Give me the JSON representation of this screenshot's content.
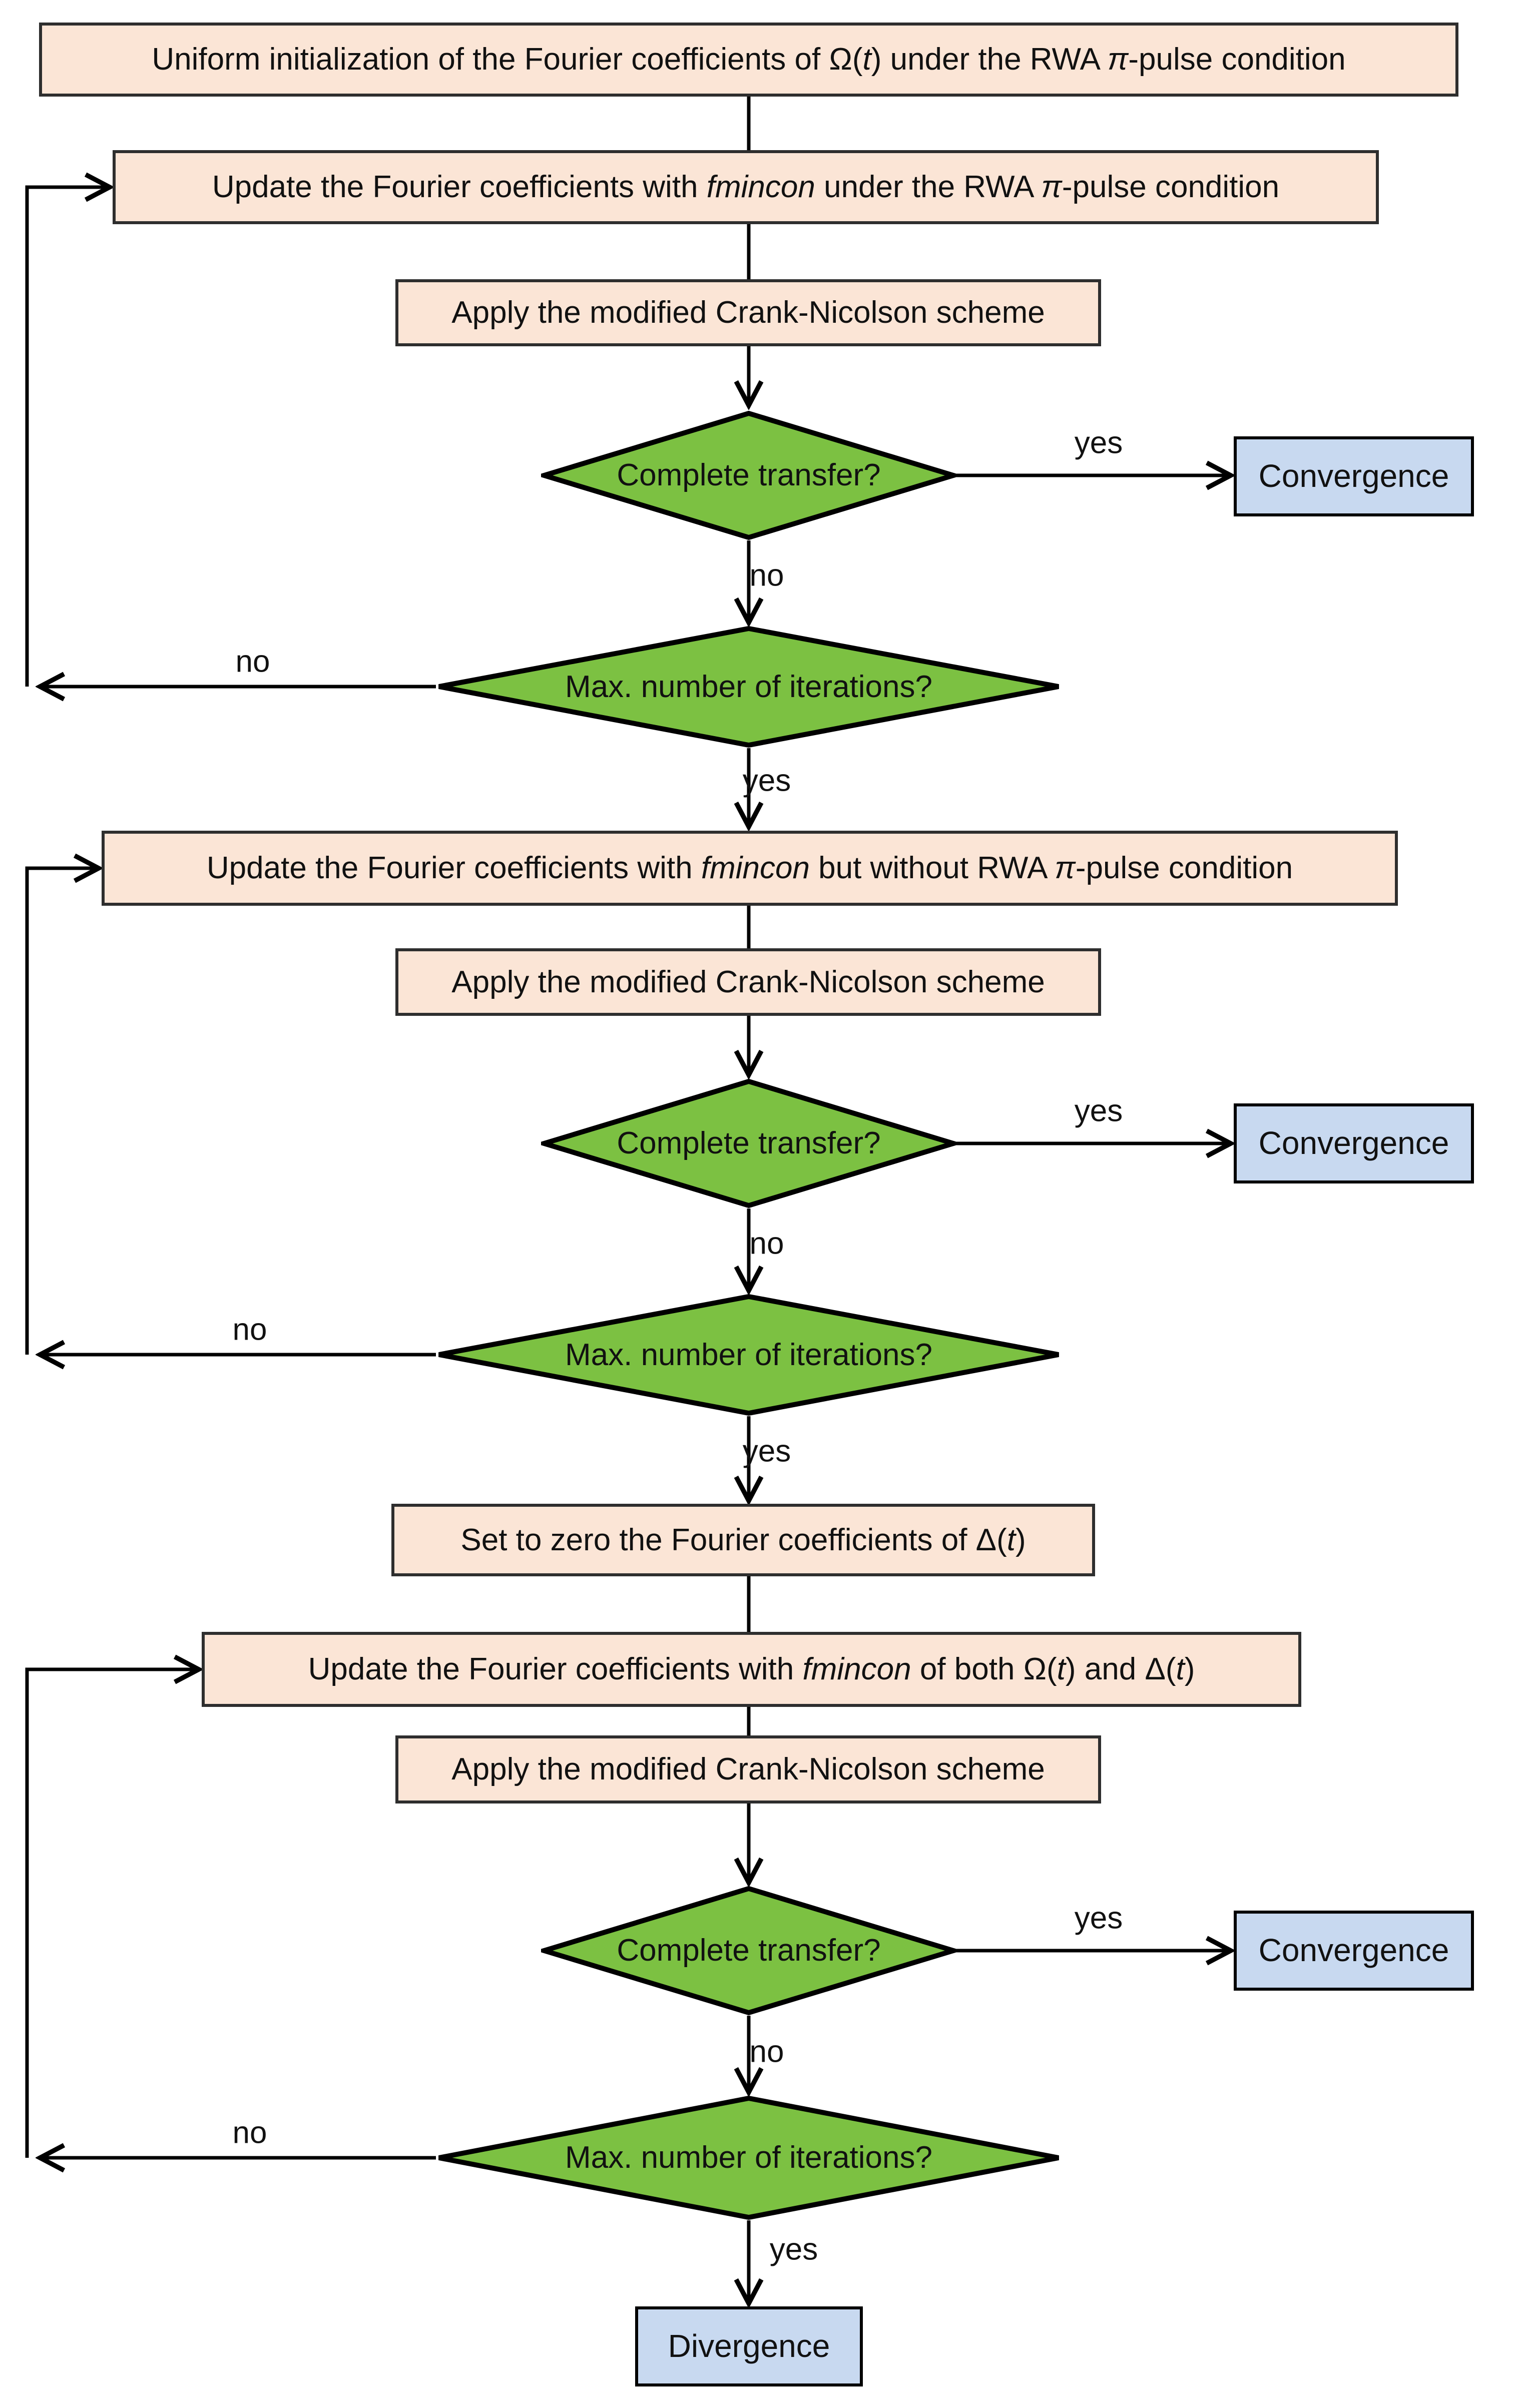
{
  "colors": {
    "process_fill": "#FBE5D6",
    "process_border": "#2E2E2E",
    "decision_fill": "#7CC142",
    "decision_border": "#000000",
    "terminal_fill": "#C8D9F0",
    "terminal_border": "#000000",
    "connector": "#000000"
  },
  "labels": {
    "yes": "yes",
    "no": "no"
  },
  "nodes": {
    "init": [
      {
        "t": "Uniform initialization of the Fourier coefficients of "
      },
      {
        "t": "Ω("
      },
      {
        "t": "t",
        "i": true
      },
      {
        "t": ")"
      },
      {
        "t": " under the RWA "
      },
      {
        "t": "π",
        "i": true
      },
      {
        "t": "-pulse condition"
      }
    ],
    "update_rwa": [
      {
        "t": "Update the Fourier coefficients with "
      },
      {
        "t": "fmincon",
        "i": true
      },
      {
        "t": " under the RWA "
      },
      {
        "t": "π",
        "i": true
      },
      {
        "t": "-pulse condition"
      }
    ],
    "crank": [
      {
        "t": "Apply the modified Crank-Nicolson scheme"
      }
    ],
    "complete": [
      {
        "t": "Complete transfer?"
      }
    ],
    "maxiter": [
      {
        "t": "Max. number of iterations?"
      }
    ],
    "update_no_rwa": [
      {
        "t": "Update the Fourier coefficients with "
      },
      {
        "t": "fmincon",
        "i": true
      },
      {
        "t": " but without RWA "
      },
      {
        "t": "π",
        "i": true
      },
      {
        "t": "-pulse condition"
      }
    ],
    "set_zero": [
      {
        "t": "Set to zero the Fourier coefficients of "
      },
      {
        "t": "Δ("
      },
      {
        "t": "t",
        "i": true
      },
      {
        "t": ")"
      }
    ],
    "update_both": [
      {
        "t": "Update the Fourier coefficients with "
      },
      {
        "t": "fmincon",
        "i": true
      },
      {
        "t": " of both "
      },
      {
        "t": "Ω("
      },
      {
        "t": "t",
        "i": true
      },
      {
        "t": ")"
      },
      {
        "t": " and "
      },
      {
        "t": "Δ("
      },
      {
        "t": "t",
        "i": true
      },
      {
        "t": ")"
      }
    ],
    "convergence": "Convergence",
    "divergence": "Divergence"
  }
}
